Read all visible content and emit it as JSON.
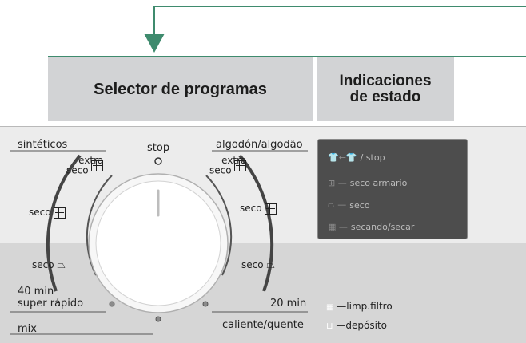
{
  "headers": {
    "program_selector": "Selector de programas",
    "status_line1": "Indicaciones",
    "status_line2": "de estado"
  },
  "dial": {
    "stop": "stop",
    "left_top": "sintéticos",
    "right_top": "algodón/algodão",
    "left_extra": "extra\nseco",
    "right_extra": "extra\nseco",
    "left_seco_mid": "seco",
    "right_seco_mid": "seco",
    "left_seco_low": "seco",
    "right_seco_low": "seco",
    "left_time": "40 min",
    "left_quick": "super rápido",
    "mix": "mix",
    "right_time": "20 min",
    "right_hot": "caliente/quente"
  },
  "status_panel": {
    "rows": [
      {
        "icon": "shirt-icon",
        "text": "/ stop"
      },
      {
        "icon": "wardrobe-icon",
        "text": "seco armario"
      },
      {
        "icon": "iron-icon",
        "text": "seco"
      },
      {
        "icon": "drying-icon",
        "text": "secando/secar"
      }
    ]
  },
  "indicators": {
    "filter": "limp.filtro",
    "tank": "depósito"
  },
  "colors": {
    "arrow": "#3f8b6e",
    "header_bg": "#d2d3d5",
    "status_bg": "#4d4d4d",
    "panel_top": "#ececec",
    "panel_bottom": "#d6d6d6"
  }
}
